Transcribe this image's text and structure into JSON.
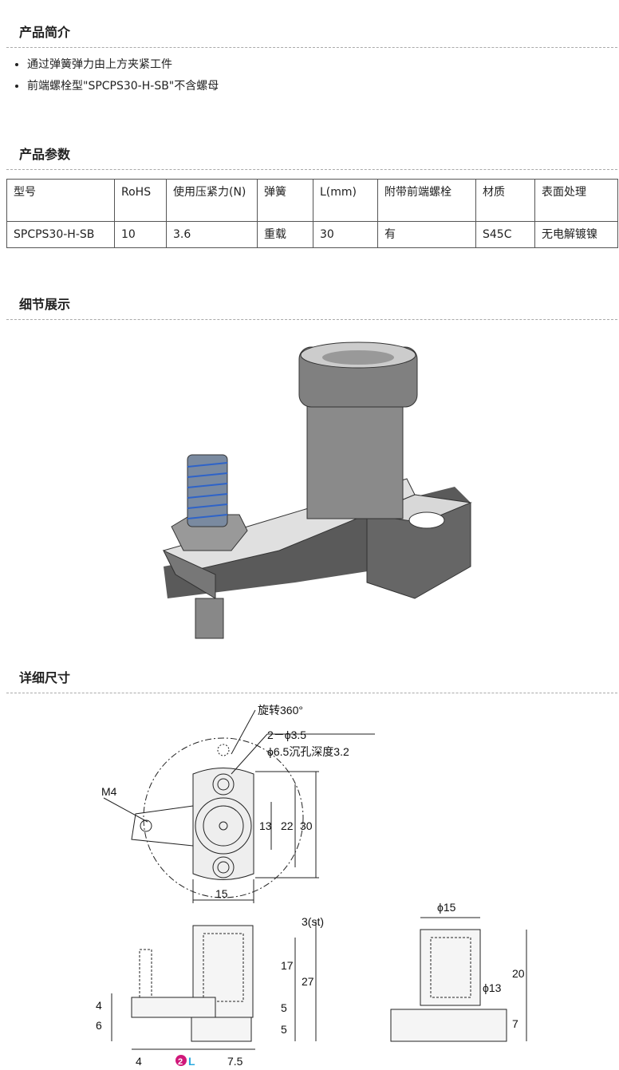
{
  "sections": {
    "intro": "产品简介",
    "params": "产品参数",
    "details": "细节展示",
    "dims": "详细尺寸"
  },
  "intro_bullets": [
    "通过弹簧弹力由上方夹紧工件",
    "前端螺栓型\"SPCPS30-H-SB\"不含螺母"
  ],
  "table": {
    "headers": [
      "型号",
      "RoHS",
      "使用压紧力(N)",
      "弹簧",
      "L(mm)",
      "附带前端螺栓",
      "材质",
      "表面处理"
    ],
    "row": [
      "SPCPS30-H-SB",
      "10",
      "3.6",
      "重载",
      "30",
      "有",
      "S45C",
      "无电解镀镍"
    ]
  },
  "drawing": {
    "rotate": "旋转360°",
    "holes": "2－ϕ3.5",
    "counterbore": "ϕ6.5沉孔深度3.2",
    "m4": "M4",
    "d13": "13",
    "d22": "22",
    "d30": "30",
    "d15": "15",
    "st": "3(st)",
    "d17": "17",
    "d27": "27",
    "d5a": "5",
    "d5b": "5",
    "d4": "4",
    "d6": "6",
    "d4b": "4",
    "d75": "7.5",
    "lmark": "L",
    "circ2": "2",
    "phi15": "ϕ15",
    "phi13": "ϕ13",
    "d20": "20",
    "d7": "7"
  }
}
